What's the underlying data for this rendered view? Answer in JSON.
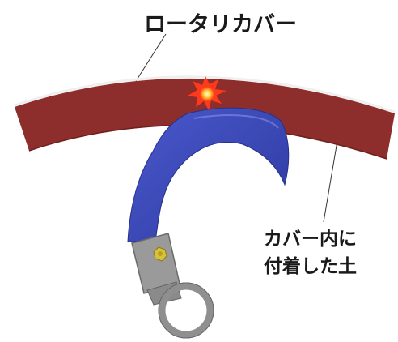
{
  "labels": {
    "rotary_cover": "ロータリカバー",
    "soil_line1": "カバー内に",
    "soil_line2": "付着した土"
  },
  "colors": {
    "cover_fill": "#8e2e2c",
    "cover_edge": "#e8e8e8",
    "blade_fill": "#3a47b8",
    "blade_dark": "#2a3590",
    "bracket_fill": "#9a9a9a",
    "bolt_fill": "#d8c23a",
    "spark_outer": "#ff3a1a",
    "spark_inner": "#ffd23a"
  },
  "icons": {
    "impact": "spark-burst-icon",
    "bolt": "hex-bolt-icon"
  }
}
